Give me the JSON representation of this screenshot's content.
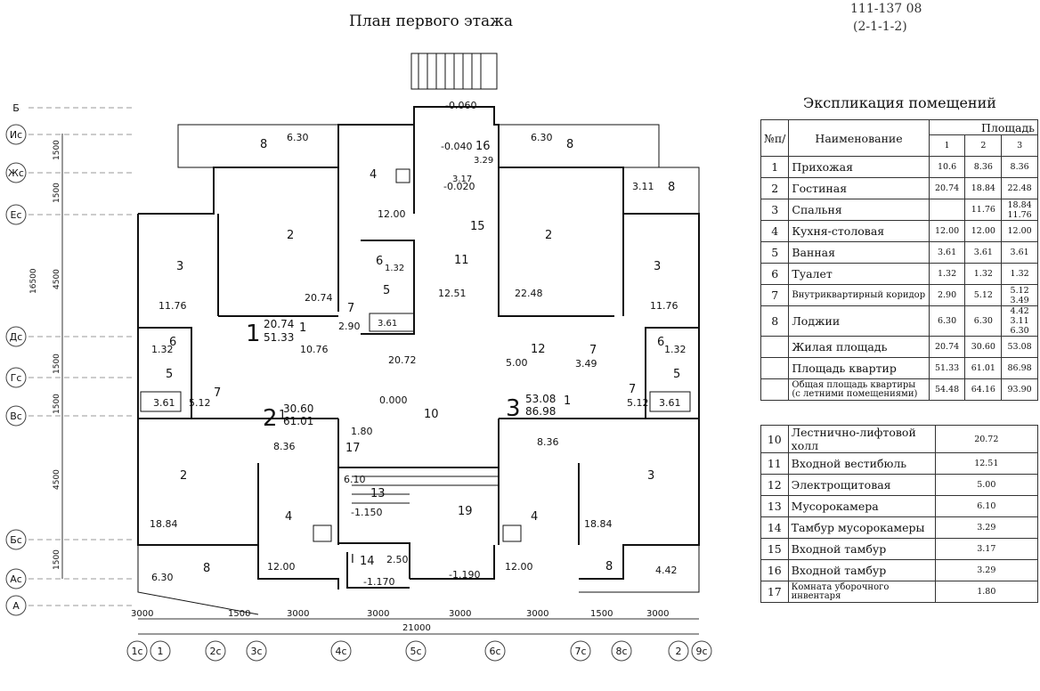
{
  "header": {
    "title": "План первого этажа",
    "doc_code": "111-137 08",
    "doc_sub": "(2-1-1-2)"
  },
  "axes": {
    "left": [
      "Б",
      "Ис",
      "Жс",
      "Ес",
      "Дс",
      "Гс",
      "Вс",
      "Бс",
      "Ас",
      "А"
    ],
    "bottom": [
      "1с",
      "1",
      "2с",
      "3с",
      "4с",
      "5с",
      "6с",
      "7с",
      "8с",
      "2",
      "9с"
    ],
    "dims_bottom": [
      "3000",
      "1500",
      "3000",
      "3000",
      "3000",
      "3000",
      "1500",
      "3000"
    ],
    "total_bottom": "21000",
    "dims_left": [
      "1500",
      "1500",
      "4500",
      "1500",
      "1500",
      "4500",
      "1500"
    ],
    "total_left": "16500"
  },
  "rooms": [
    {
      "num": "8",
      "area": "6.30"
    },
    {
      "num": "4",
      "area": ""
    },
    {
      "num": "16",
      "area": "3.29"
    },
    {
      "num": "8",
      "area": "6.30"
    },
    {
      "num": "8",
      "area": "3.11"
    },
    {
      "num": "2",
      "area": "20.74"
    },
    {
      "num": "2",
      "area": "22.48"
    },
    {
      "num": "3",
      "area": "11.76"
    },
    {
      "num": "3",
      "area": "11.76"
    },
    {
      "num": "15",
      "area": "3.17"
    },
    {
      "num": "11",
      "area": "12.51"
    },
    {
      "num": "6",
      "area": "1.32"
    },
    {
      "num": "5",
      "area": "3.61"
    },
    {
      "num": "7",
      "area": "2.90"
    },
    {
      "num": "12",
      "area": "5.00"
    },
    {
      "num": "7",
      "area": "3.49"
    },
    {
      "num": "10",
      "area": "0.000"
    },
    {
      "num": "17",
      "area": "1.80"
    },
    {
      "num": "13",
      "area": "6.10"
    },
    {
      "num": "19",
      "area": ""
    },
    {
      "num": "14",
      "area": "2.50"
    }
  ],
  "labels": {
    "level_top": "-0.060",
    "level_a": "-0.040",
    "level_b": "-0.020",
    "kitchen_top": "12.00",
    "hall_area": "20.72",
    "corr_a": "10.76",
    "corr_b": "8.36",
    "corr_c": "8.36",
    "corr_d": "5.12",
    "corr_e": "5.12",
    "bath_l": "3.61",
    "bath_r": "3.61",
    "wc_l": "1.32",
    "wc_r": "1.32",
    "room2_bl": "18.84",
    "room2_br": "18.84",
    "kit_bl": "12.00",
    "kit_br": "12.00",
    "log_bl": "6.30",
    "log_br": "4.42",
    "lvl_chute": "-1.150",
    "lvl_stair": "-1.170",
    "lvl_entry": "-1.190",
    "stair_mark": "I"
  },
  "apartments": [
    {
      "num": "1",
      "living": "20.74",
      "total": "51.33"
    },
    {
      "num": "2",
      "living": "30.60",
      "total": "61.01"
    },
    {
      "num": "3",
      "living": "53.08",
      "total": "86.98"
    }
  ],
  "explication": {
    "title": "Экспликация помещений",
    "head_num": "№п/",
    "head_name": "Наименование",
    "head_area": "Площадь",
    "head_cols": [
      "1",
      "2",
      "3"
    ],
    "rows": [
      {
        "num": "1",
        "name": "Прихожая",
        "v": [
          "10.6",
          "8.36",
          "8.36"
        ]
      },
      {
        "num": "2",
        "name": "Гостиная",
        "v": [
          "20.74",
          "18.84",
          "22.48"
        ]
      },
      {
        "num": "3",
        "name": "Спальня",
        "v": [
          "",
          "11.76",
          "18.84 11.76"
        ]
      },
      {
        "num": "4",
        "name": "Кухня-столовая",
        "v": [
          "12.00",
          "12.00",
          "12.00"
        ]
      },
      {
        "num": "5",
        "name": "Ванная",
        "v": [
          "3.61",
          "3.61",
          "3.61"
        ]
      },
      {
        "num": "6",
        "name": "Туалет",
        "v": [
          "1.32",
          "1.32",
          "1.32"
        ]
      },
      {
        "num": "7",
        "name": "Внутриквартирный коридор",
        "v": [
          "2.90",
          "5.12",
          "5.12 3.49"
        ]
      },
      {
        "num": "8",
        "name": "Лоджии",
        "v": [
          "6.30",
          "6.30",
          "4.42 3.11 6.30"
        ]
      },
      {
        "num": "",
        "name": "Жилая площадь",
        "v": [
          "20.74",
          "30.60",
          "53.08"
        ]
      },
      {
        "num": "",
        "name": "Площадь квартир",
        "v": [
          "51.33",
          "61.01",
          "86.98"
        ]
      },
      {
        "num": "",
        "name": "Общая площадь квартиры (с летними помещениями)",
        "v": [
          "54.48",
          "64.16",
          "93.90"
        ]
      }
    ],
    "rows2": [
      {
        "num": "10",
        "name": "Лестнично-лифтовой холл",
        "v": "20.72"
      },
      {
        "num": "11",
        "name": "Входной вестибюль",
        "v": "12.51"
      },
      {
        "num": "12",
        "name": "Электрощитовая",
        "v": "5.00"
      },
      {
        "num": "13",
        "name": "Мусорокамера",
        "v": "6.10"
      },
      {
        "num": "14",
        "name": "Тамбур мусорокамеры",
        "v": "3.29"
      },
      {
        "num": "15",
        "name": "Входной тамбур",
        "v": "3.17"
      },
      {
        "num": "16",
        "name": "Входной тамбур",
        "v": "3.29"
      },
      {
        "num": "17",
        "name": "Комната уборочного инвентаря",
        "v": "1.80"
      }
    ]
  }
}
